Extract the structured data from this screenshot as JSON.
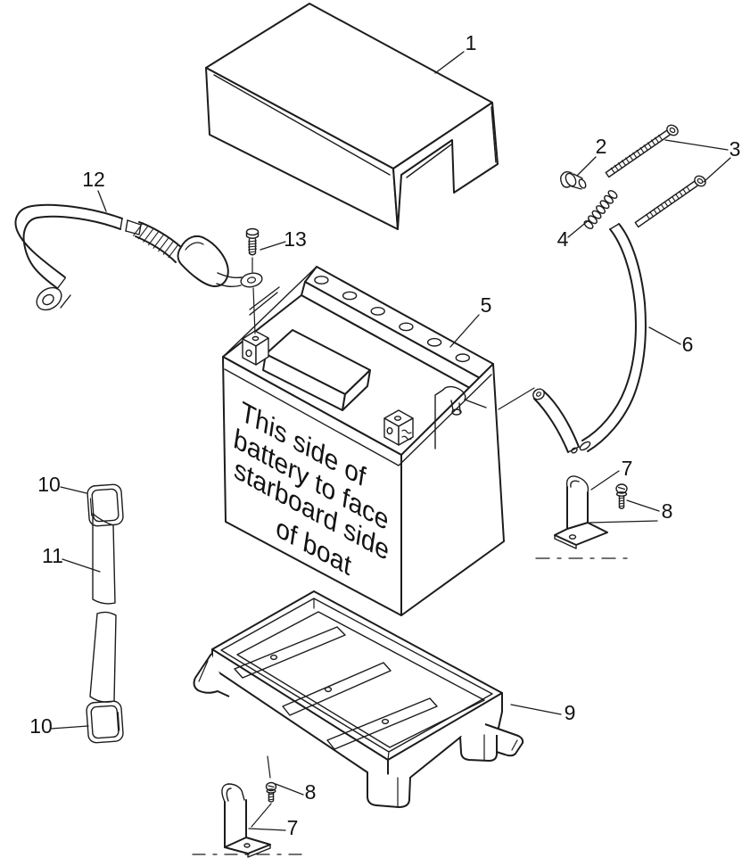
{
  "colors": {
    "background": "#ffffff",
    "line": "#1c1c1c",
    "text": "#121212"
  },
  "battery_label": {
    "lines": [
      "This side of",
      "battery to face",
      "starboard side",
      "of boat"
    ]
  },
  "callouts": {
    "c1": "1",
    "c2": "2",
    "c3": "3",
    "c4": "4",
    "c5": "5",
    "c6": "6",
    "c7_right": "7",
    "c8_right": "8",
    "c9": "9",
    "c10_top": "10",
    "c11": "11",
    "c10_bottom": "10",
    "c12": "12",
    "c13": "13",
    "c7_bottom": "7",
    "c8_bottom": "8"
  }
}
